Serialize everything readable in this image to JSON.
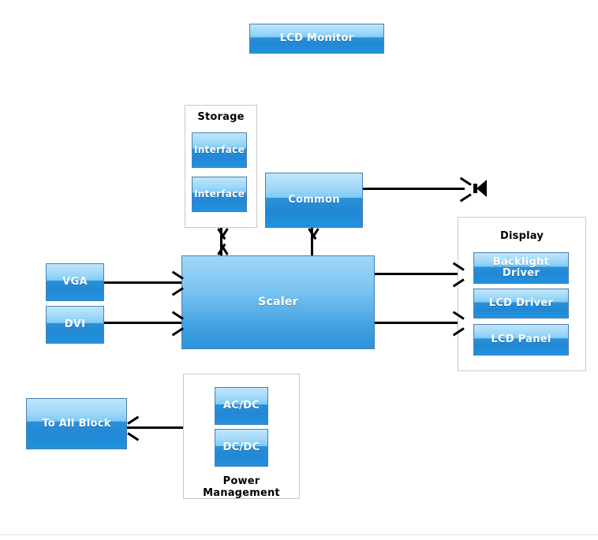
{
  "diagram": {
    "title_block": {
      "label": "LCD Monitor"
    },
    "groups": {
      "storage": {
        "title": "Storage",
        "blocks": [
          {
            "label": "Interface"
          },
          {
            "label": "Interface"
          }
        ]
      },
      "display": {
        "title": "Display",
        "blocks": [
          {
            "label": "Backlight Driver"
          },
          {
            "label": "LCD Driver"
          },
          {
            "label": "LCD Panel"
          }
        ]
      },
      "power": {
        "title": "Power Management",
        "blocks": [
          {
            "label": "AC/DC"
          },
          {
            "label": "DC/DC"
          }
        ]
      }
    },
    "blocks": {
      "common": {
        "label": "Common"
      },
      "scaler": {
        "label": "Scaler"
      },
      "vga": {
        "label": "VGA"
      },
      "dvi": {
        "label": "DVI"
      },
      "to_all_block": {
        "label": "To All Block"
      }
    },
    "icons": {
      "speaker": "speaker-icon"
    },
    "colors": {
      "block_border": "#4a7fae",
      "block_gradient_top": "#bfe6fb",
      "block_gradient_bottom": "#1f93e0",
      "group_border": "#c9c9c9",
      "connector": "#000000",
      "block_text": "#ffffff",
      "group_title_text": "#000000",
      "background": "#ffffff"
    }
  }
}
